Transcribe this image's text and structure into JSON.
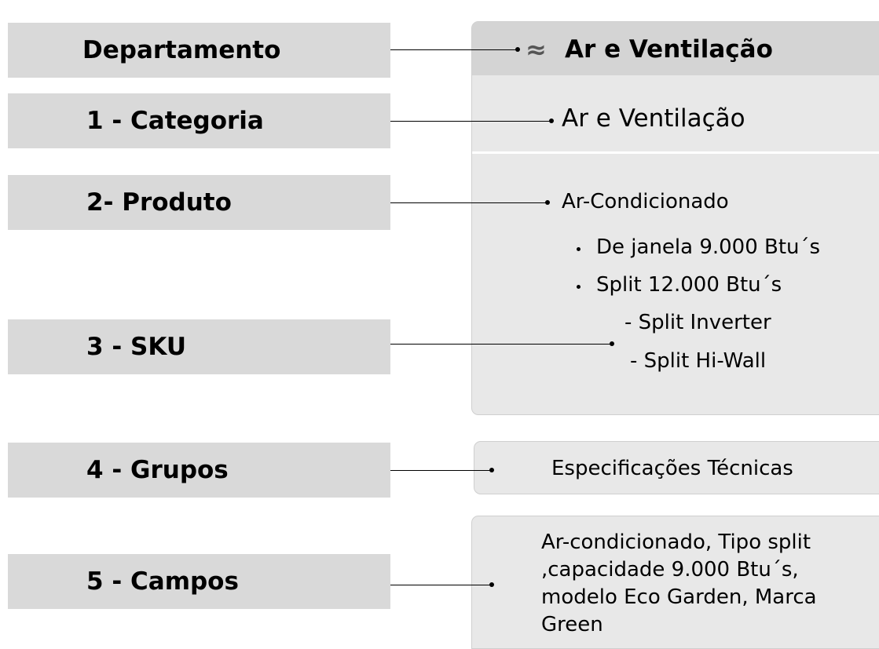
{
  "labels": {
    "departamento": "Departamento",
    "categoria": "1 - Categoria",
    "produto": "2- Produto",
    "sku": "3 - SKU",
    "grupos": "4 - Grupos",
    "campos": "5 - Campos"
  },
  "panel": {
    "header_icon": "≈",
    "header_title": "Ar e Ventilação",
    "categoria_value": "Ar e Ventilação",
    "produto_value": "Ar-Condicionado",
    "sku_items": [
      "De janela 9.000 Btu´s",
      "Split 12.000 Btu´s"
    ],
    "sku_subitems": [
      "- Split Inverter",
      "- Split Hi-Wall"
    ]
  },
  "grupos_value": "Especificações Técnicas",
  "campos_lines": [
    "Ar-condicionado, Tipo split",
    ",capacidade 9.000 Btu´s,",
    "modelo Eco Garden, Marca",
    "Green"
  ],
  "icons": {
    "header": "wave-icon"
  }
}
